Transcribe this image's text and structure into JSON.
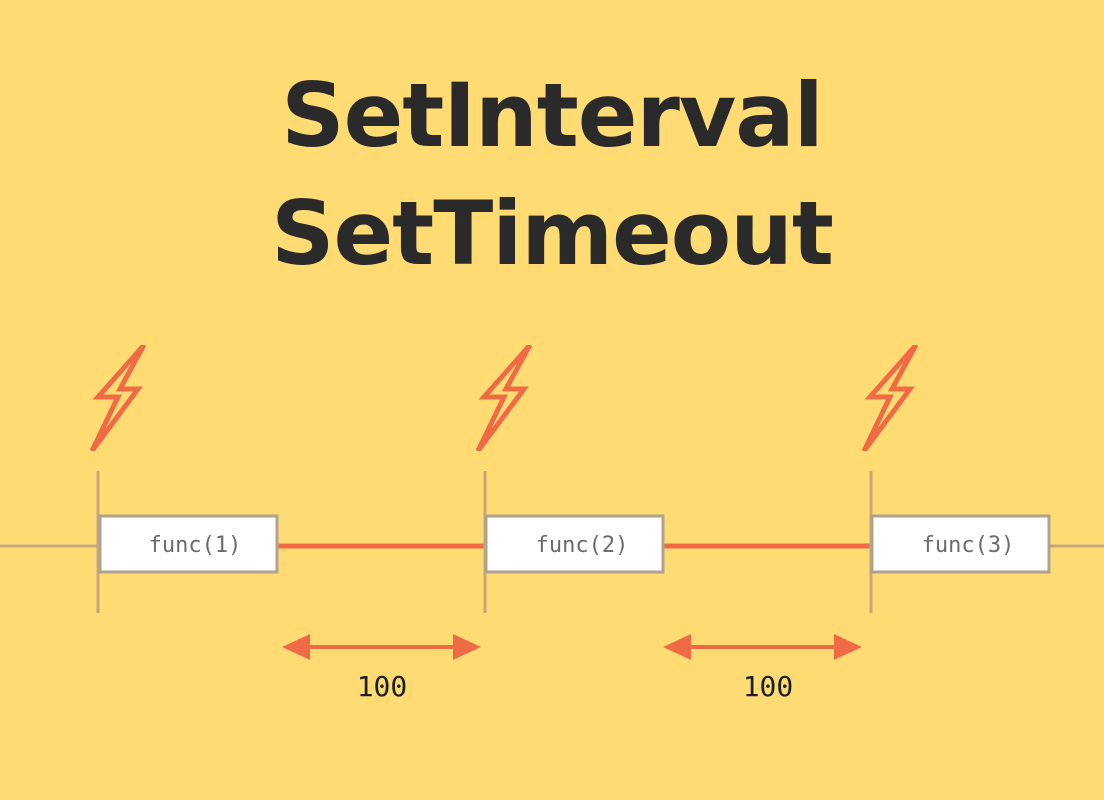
{
  "title": {
    "line1": "SetInterval",
    "line2": "SetTimeout"
  },
  "timeline": {
    "calls": [
      "func(1)",
      "func(2)",
      "func(3)"
    ],
    "delays": [
      "100",
      "100"
    ]
  },
  "colors": {
    "background": "#FFDC73",
    "title": "#2A2A2A",
    "accent": "#EF6B45",
    "axis": "#C4A77A",
    "box_border": "#AFA28E",
    "box_fill": "#FFFFFF"
  },
  "icons": {
    "trigger": "lightning-bolt-icon",
    "delay": "double-arrow-icon"
  }
}
